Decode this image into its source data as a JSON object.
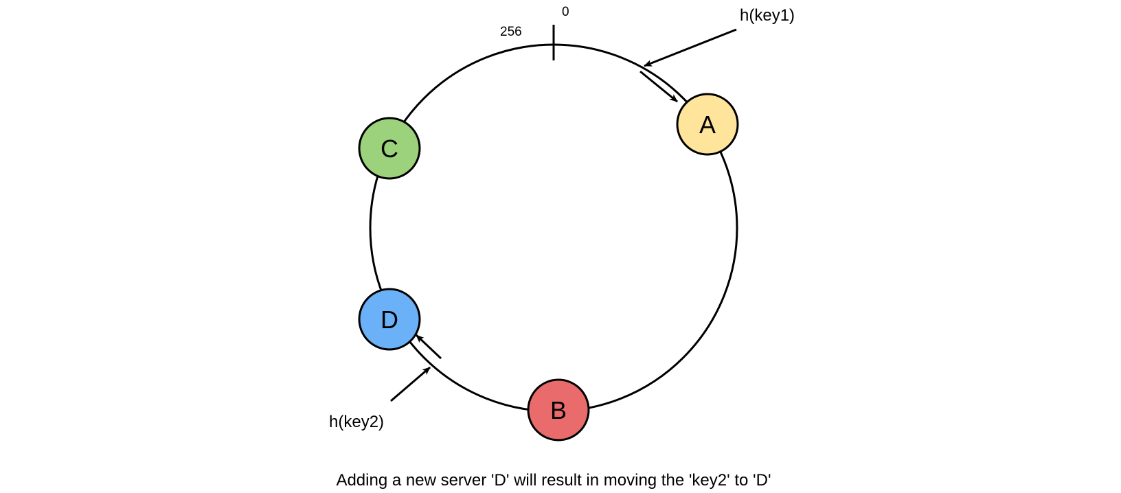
{
  "ring": {
    "label_start": "0",
    "label_end": "256"
  },
  "nodes": [
    {
      "id": "A",
      "label": "A",
      "color": "#FFE49B"
    },
    {
      "id": "B",
      "label": "B",
      "color": "#E96B6B"
    },
    {
      "id": "C",
      "label": "C",
      "color": "#9CD27B"
    },
    {
      "id": "D",
      "label": "D",
      "color": "#6BB1F7"
    }
  ],
  "keys": [
    {
      "label": "h(key1)",
      "maps_to": "A"
    },
    {
      "label": "h(key2)",
      "maps_to": "D"
    }
  ],
  "caption": "Adding a new server 'D' will result in moving the 'key2' to 'D'"
}
